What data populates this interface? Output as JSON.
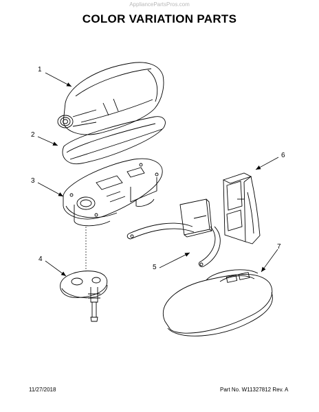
{
  "watermark": "AppliancePartsPros.com",
  "title": "COLOR VARIATION PARTS",
  "callouts": [
    "1",
    "2",
    "3",
    "4",
    "5",
    "6",
    "7"
  ],
  "footer": {
    "date": "11/27/2018",
    "part_number": "Part No. W11327812  Rev. A"
  }
}
